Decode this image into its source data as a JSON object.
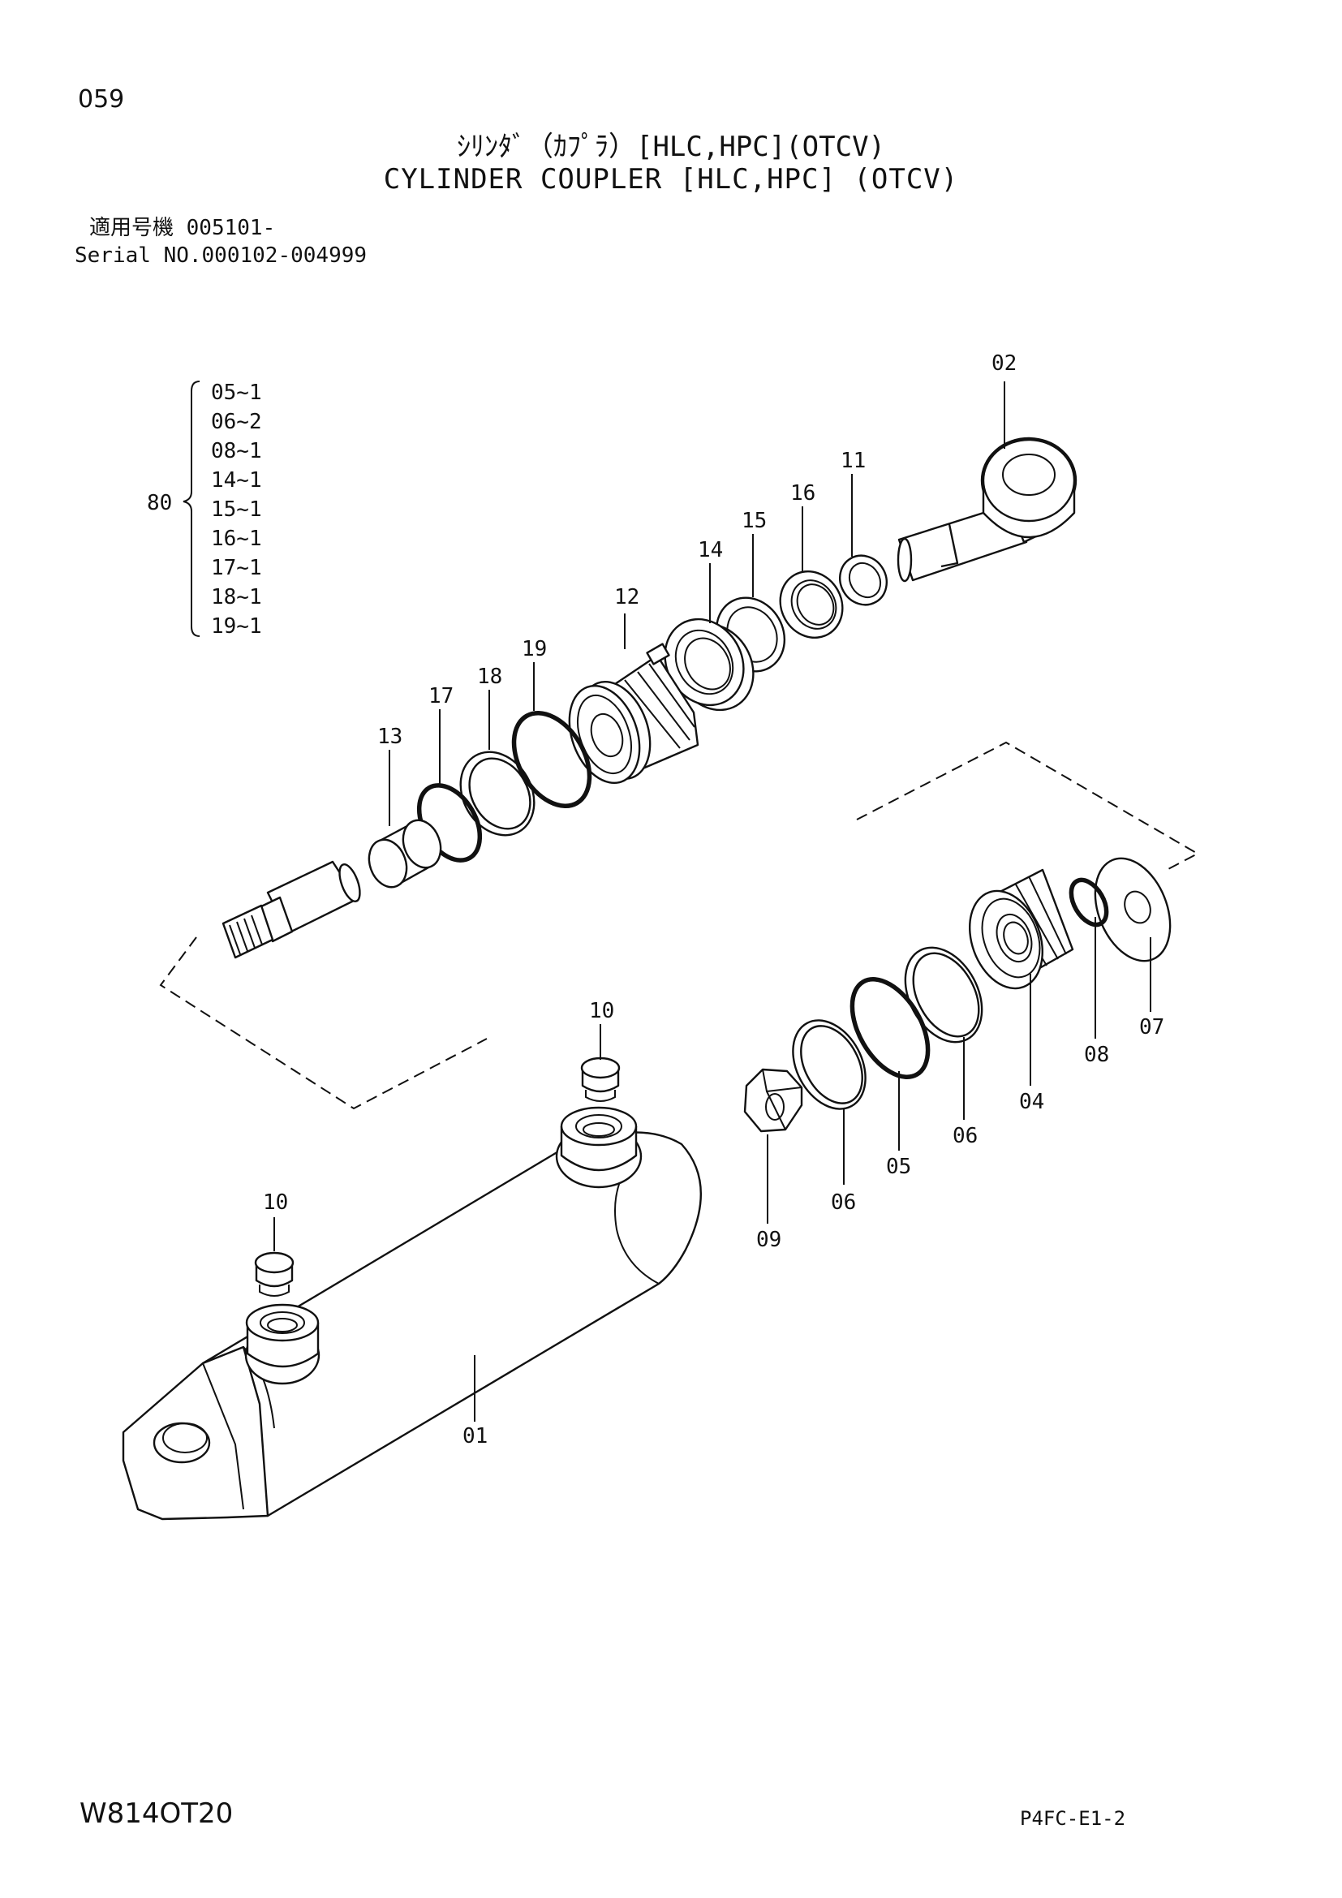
{
  "page_number": "059",
  "title": {
    "japanese": "ｼﾘﾝﾀﾞ（ｶﾌﾟﾗ）[HLC,HPC](OTCV)",
    "english": "CYLINDER COUPLER [HLC,HPC] (OTCV)"
  },
  "serial": {
    "japanese": "適用号機 005101-",
    "english": "Serial NO.000102-004999"
  },
  "kit": {
    "number": "80",
    "contents": [
      "05~1",
      "06~2",
      "08~1",
      "14~1",
      "15~1",
      "16~1",
      "17~1",
      "18~1",
      "19~1"
    ]
  },
  "callouts": {
    "c01": "01",
    "c02": "02",
    "c04": "04",
    "c05": "05",
    "c06a": "06",
    "c06b": "06",
    "c07": "07",
    "c08": "08",
    "c09": "09",
    "c10a": "10",
    "c10b": "10",
    "c11": "11",
    "c12": "12",
    "c13": "13",
    "c14": "14",
    "c15": "15",
    "c16": "16",
    "c17": "17",
    "c18": "18",
    "c19": "19"
  },
  "footer": {
    "drawing_code": "W814OT20",
    "sheet_code": "P4FC-E1-2"
  }
}
